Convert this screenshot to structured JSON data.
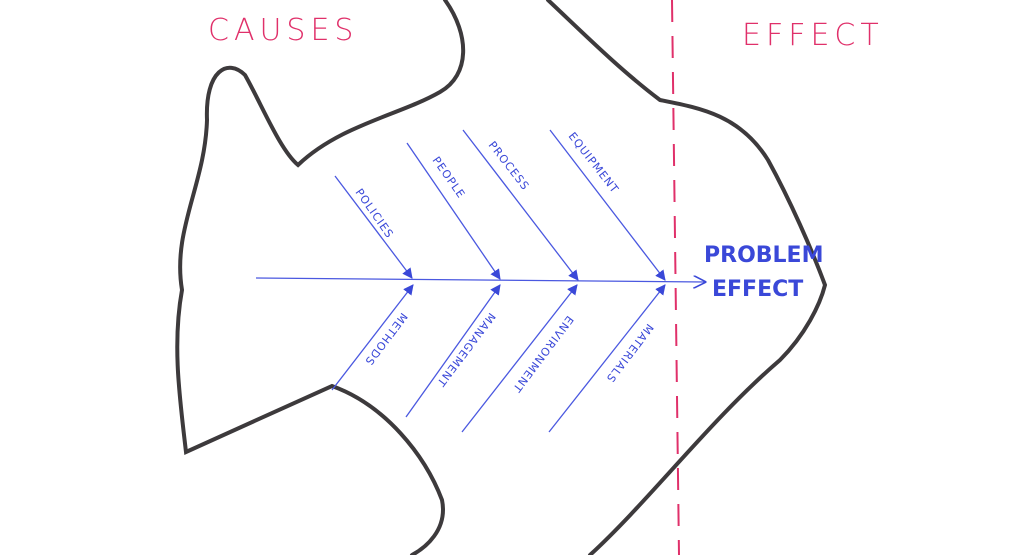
{
  "headers": {
    "causes": "CAUSES",
    "effect": "EFFECT"
  },
  "problem": {
    "line1": "PROBLEM",
    "line2": "EFFECT"
  },
  "upper_causes": [
    "POLICIES",
    "PEOPLE",
    "PROCESS",
    "EQUIPMENT"
  ],
  "lower_causes": [
    "METHODS",
    "MANAGEMENT",
    "ENVIRONMENT",
    "MATERIALS"
  ],
  "colors": {
    "outline": "#3d3a3c",
    "ink": "#3a48d8",
    "headers": "#e0306a"
  }
}
